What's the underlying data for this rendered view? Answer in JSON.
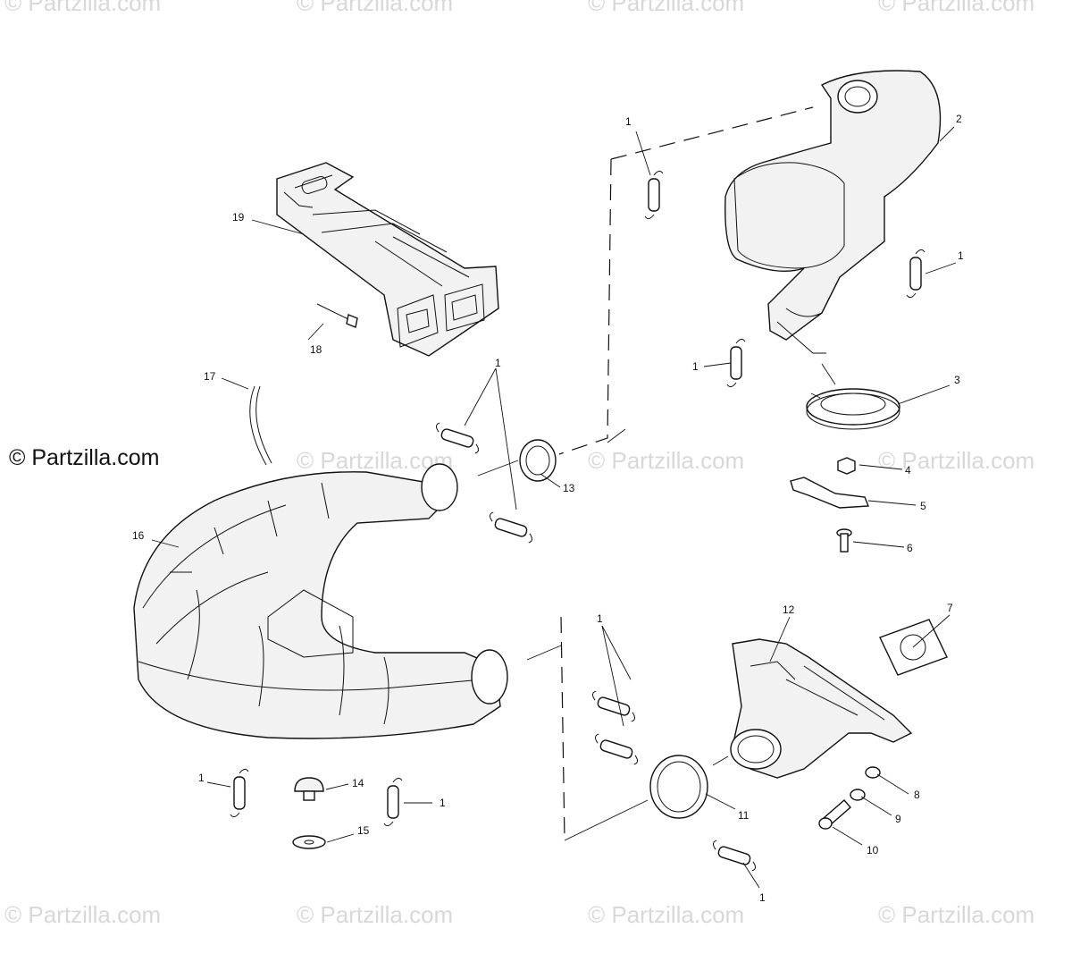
{
  "watermark": "© Partzilla.com",
  "brand": "© Partzilla.com",
  "callouts": {
    "c1": "1",
    "c2": "2",
    "c3": "3",
    "c4": "4",
    "c5": "5",
    "c6": "6",
    "c7": "7",
    "c8": "8",
    "c9": "9",
    "c10": "10",
    "c11": "11",
    "c12": "12",
    "c13": "13",
    "c14": "14",
    "c15": "15",
    "c16": "16",
    "c17": "17",
    "c18": "18",
    "c19": "19"
  }
}
